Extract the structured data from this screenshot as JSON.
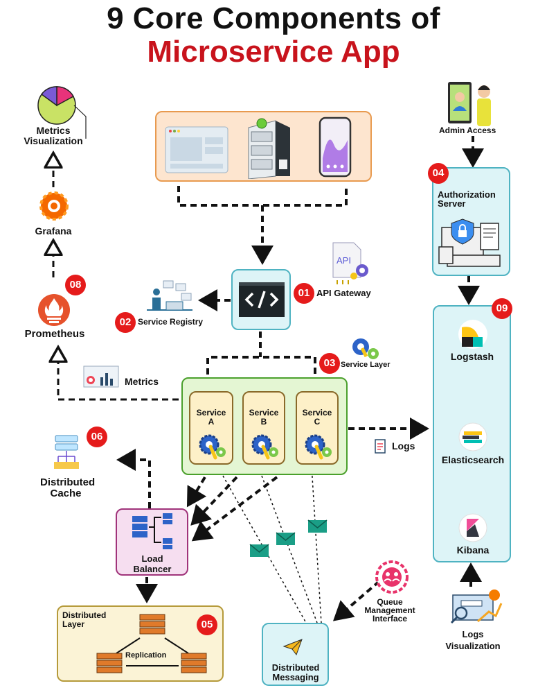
{
  "title": {
    "line1": "9  Core Components of",
    "line2": "Microservice App"
  },
  "components": {
    "api_gateway": {
      "num": "01",
      "label": "API Gateway"
    },
    "service_registry": {
      "num": "02",
      "label": "Service Registry"
    },
    "service_layer": {
      "num": "03",
      "label": "Service Layer"
    },
    "authorization_server": {
      "num": "04",
      "label": "Authorization Server"
    },
    "distributed_layer": {
      "num": "05",
      "label": "Distributed Layer",
      "replication": "Replication"
    },
    "distributed_cache": {
      "num": "06",
      "label": "Distributed Cache"
    },
    "monitoring": {
      "num": "08",
      "prometheus": "Prometheus",
      "grafana": "Grafana",
      "metrics_visualization": "Metrics Visualization"
    },
    "logging": {
      "num": "09",
      "logstash": "Logstash",
      "elasticsearch": "Elasticsearch",
      "kibana": "Kibana"
    }
  },
  "services": [
    {
      "name": "Service A"
    },
    {
      "name": "Service B"
    },
    {
      "name": "Service C"
    }
  ],
  "labels": {
    "admin_access": "Admin Access",
    "metrics": "Metrics",
    "logs": "Logs",
    "load_balancer": "Load Balancer",
    "distributed_messaging": "Distributed Messaging",
    "queue_management": "Queue Management Interface",
    "logs_visualization": "Logs Visualization",
    "api_icon_text": "API"
  },
  "colors": {
    "accent_red": "#c8131c",
    "badge_red": "#e51b1b",
    "client_box": "#fde5cf",
    "teal_box": "#ddf4f7",
    "service_layer_box": "#e4f6d3",
    "load_balancer_box": "#f6def0",
    "distributed_layer_box": "#fbf3d6"
  }
}
